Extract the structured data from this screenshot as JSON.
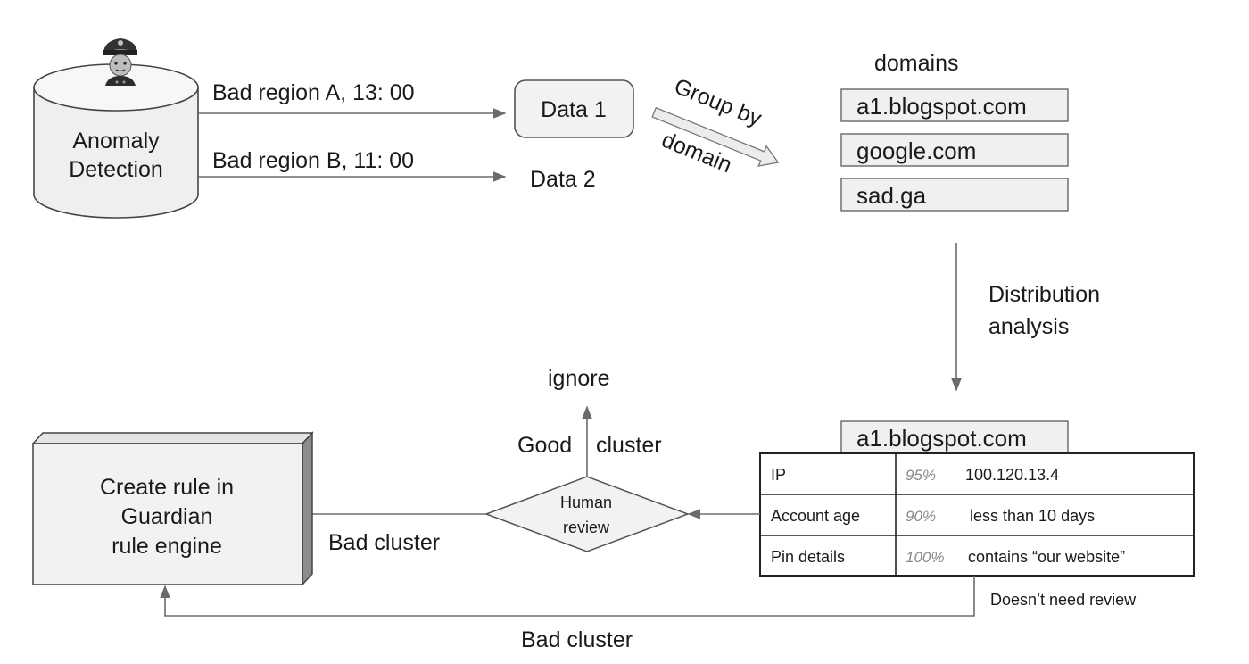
{
  "anomaly_detection": {
    "line1": "Anomaly",
    "line2": "Detection",
    "icon": "police-officer-icon"
  },
  "edges": {
    "bad_region_a": "Bad region A, 13: 00",
    "bad_region_b": "Bad region B, 11: 00",
    "group_by_line1": "Group by",
    "group_by_line2": "domain",
    "distribution_line1": "Distribution",
    "distribution_line2": "analysis",
    "good_cluster_left": "Good",
    "good_cluster_right": "cluster",
    "bad_cluster_mid": "Bad cluster",
    "bad_cluster_bottom": "Bad cluster",
    "doesnt_need_review": "Doesn’t need review"
  },
  "nodes": {
    "data1": "Data 1",
    "data2": "Data 2",
    "ignore": "ignore",
    "human_review_line1": "Human",
    "human_review_line2": "review",
    "rule_line1": "Create rule in",
    "rule_line2": "Guardian",
    "rule_line3": "rule engine"
  },
  "domains": {
    "title": "domains",
    "items": [
      "a1.blogspot.com",
      "google.com",
      "sad.ga"
    ]
  },
  "cluster": {
    "title": "a1.blogspot.com",
    "rows": [
      {
        "label": "IP",
        "pct": "95%",
        "value": "100.120.13.4"
      },
      {
        "label": "Account age",
        "pct": "90%",
        "value": "less than 10 days"
      },
      {
        "label": "Pin details",
        "pct": "100%",
        "value": "contains “our website”"
      }
    ]
  },
  "colors": {
    "line": "#6b6b6b",
    "box_fill": "#f2f2f2",
    "domain_fill": "#f0f0f0"
  }
}
